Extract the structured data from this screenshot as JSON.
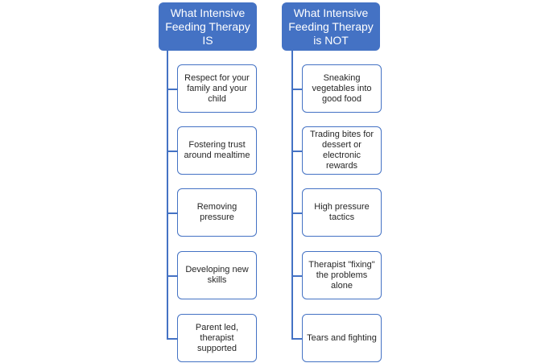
{
  "columns": [
    {
      "header": "What Intensive Feeding Therapy IS",
      "items": [
        "Respect for your family and your child",
        "Fostering trust around mealtime",
        "Removing pressure",
        "Developing new skills",
        "Parent led, therapist supported"
      ]
    },
    {
      "header": "What Intensive Feeding Therapy is NOT",
      "items": [
        "Sneaking vegetables into good food",
        "Trading bites for dessert or electronic rewards",
        "High pressure tactics",
        "Therapist \"fixing\" the problems alone",
        "Tears and fighting"
      ]
    }
  ],
  "colors": {
    "accent": "#4472c4",
    "text": "#262626",
    "background": "#ffffff"
  }
}
